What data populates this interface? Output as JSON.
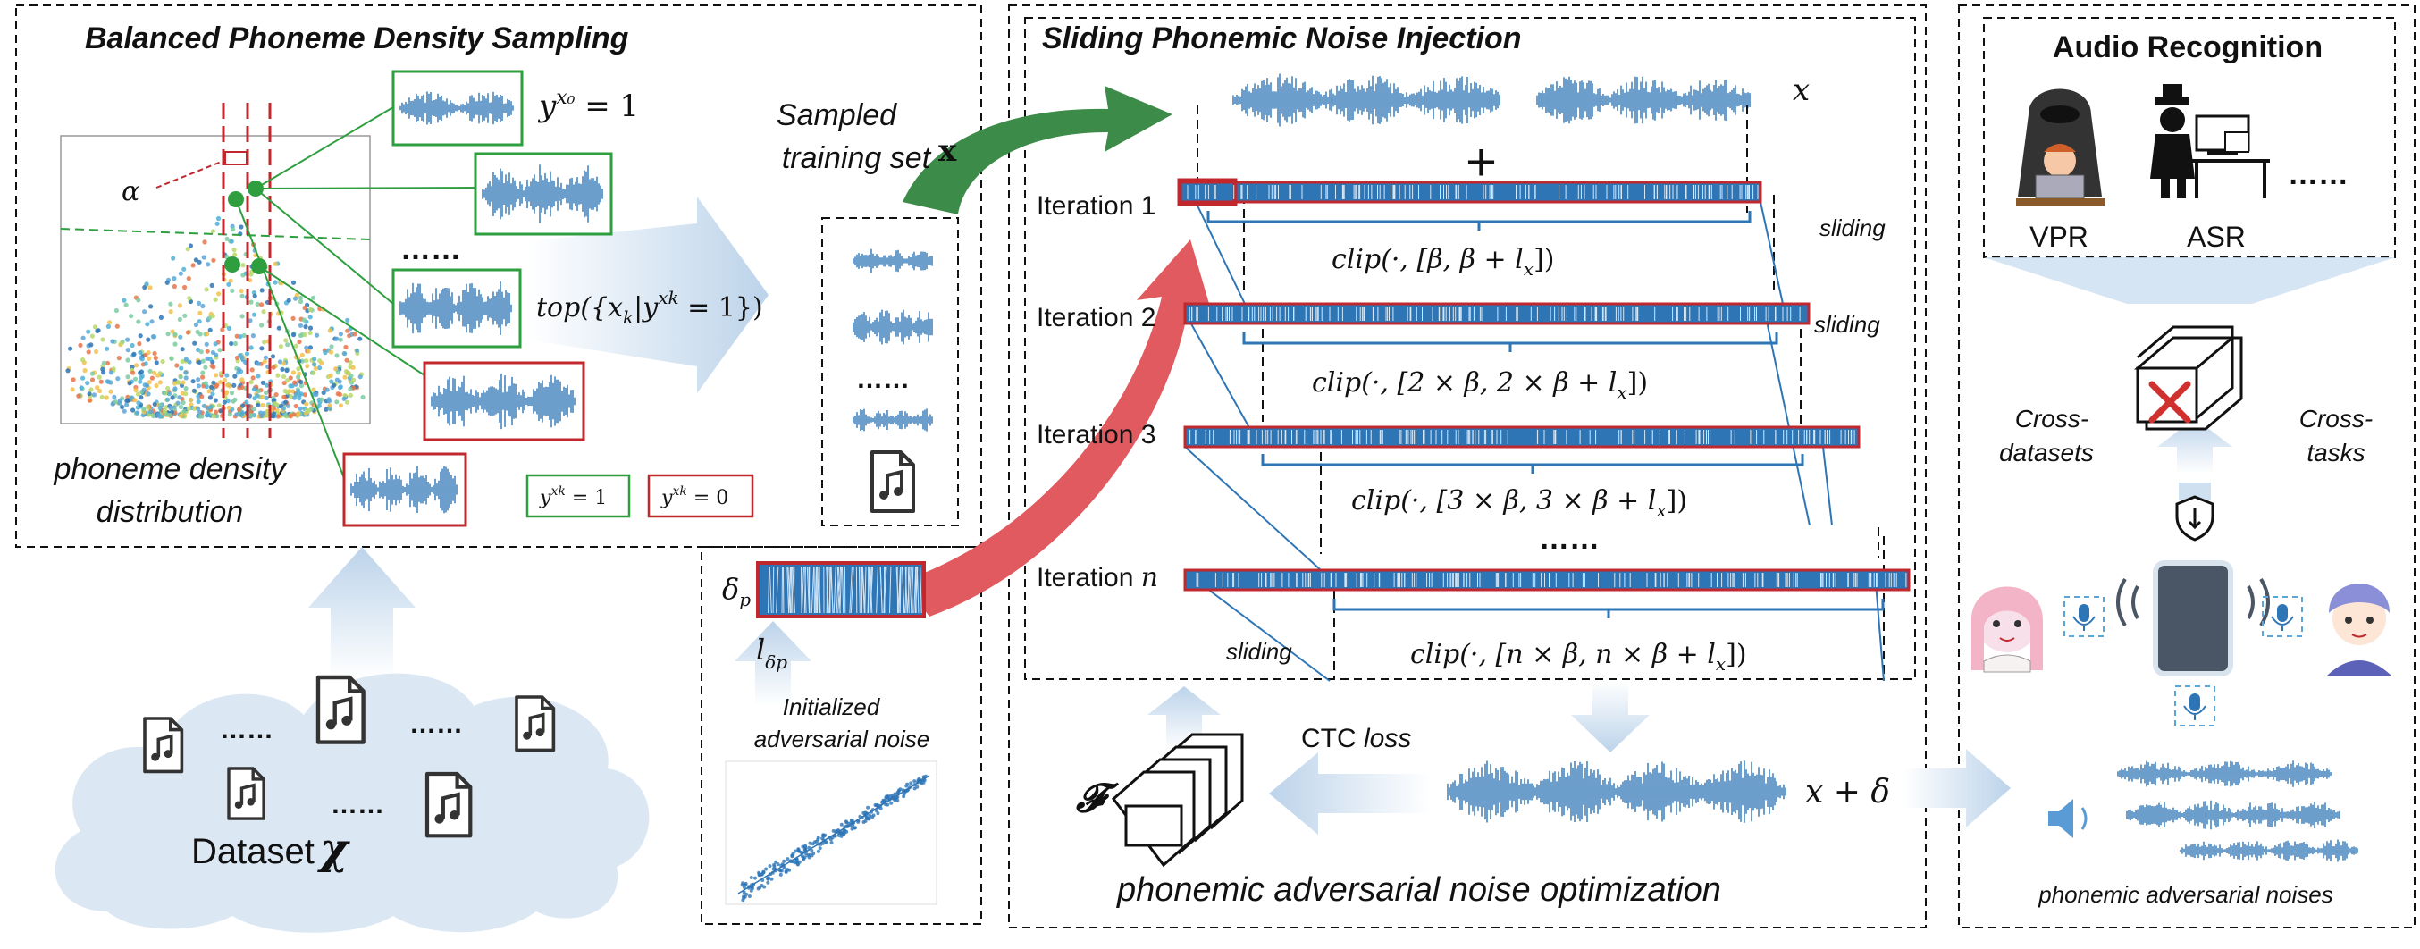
{
  "panels": {
    "sampling": {
      "title": "Balanced Phoneme Density Sampling",
      "alpha": "α",
      "label_y0": "y",
      "label_y0_sup": "x₀",
      "label_y0_eq": " = 1",
      "dots": "……",
      "top_expr_a": "top({x",
      "top_expr_b": "k",
      "top_expr_c": "|y",
      "top_expr_d": "xk",
      "top_expr_e": " = 1})",
      "density_line1": "phoneme density",
      "density_line2": "distribution",
      "legend_pos": "y",
      "legend_pos_sup": "xk",
      "legend_pos_eq": " = 1",
      "legend_neg": "y",
      "legend_neg_sup": "xk",
      "legend_neg_eq": " = 0"
    },
    "training": {
      "label_line1": "Sampled",
      "label_line2": "training set",
      "symbol": "x",
      "dots": "……"
    },
    "dataset": {
      "label": "Dataset",
      "symbol": "χ",
      "dots_a": "……",
      "dots_b": "……",
      "dots_c": "……"
    },
    "init_noise": {
      "delta": "δ",
      "delta_sub": "p",
      "length": "l",
      "length_sub": "δp",
      "caption_line1": "Initialized",
      "caption_line2": "adversarial noise"
    },
    "injection": {
      "title": "Sliding Phonemic Noise Injection",
      "x_label": "x",
      "plus": "+",
      "iter1": "Iteration 1",
      "iter2": "Iteration 2",
      "iter3": "Iteration 3",
      "iter_n_a": "Iteration ",
      "iter_n_b": "n",
      "clip1": "clip(·, [β, β + l",
      "clip2": "clip(·, [2 × β, 2 × β + l",
      "clip3": "clip(·, [3 × β, 3 × β + l",
      "clipn": "clip(·, [n × β, n × β + l",
      "clip_sub": "x",
      "clip_end": "])",
      "sliding1": "sliding",
      "sliding2": "sliding",
      "sliding3": "sliding",
      "dots": "……"
    },
    "optimization": {
      "title": "phonemic adversarial noise optimization",
      "loss_a": "CTC ",
      "loss_b": "loss",
      "model": "𝓕",
      "result": "x + δ"
    },
    "recognition": {
      "title": "Audio Recognition",
      "vpr": "VPR",
      "asr": "ASR",
      "dots": "……",
      "cross_datasets_1": "Cross-",
      "cross_datasets_2": "datasets",
      "cross_tasks_1": "Cross-",
      "cross_tasks_2": "tasks",
      "caption": "phonemic adversarial noises"
    }
  },
  "colors": {
    "wave": "#2e75b6",
    "green": "#2e9e3f",
    "red": "#c0282d",
    "arrow_blue": "#c9dcef",
    "arrow_green": "#3d8b49",
    "arrow_red": "#e05a5f",
    "cloud": "#dbe8f4"
  }
}
